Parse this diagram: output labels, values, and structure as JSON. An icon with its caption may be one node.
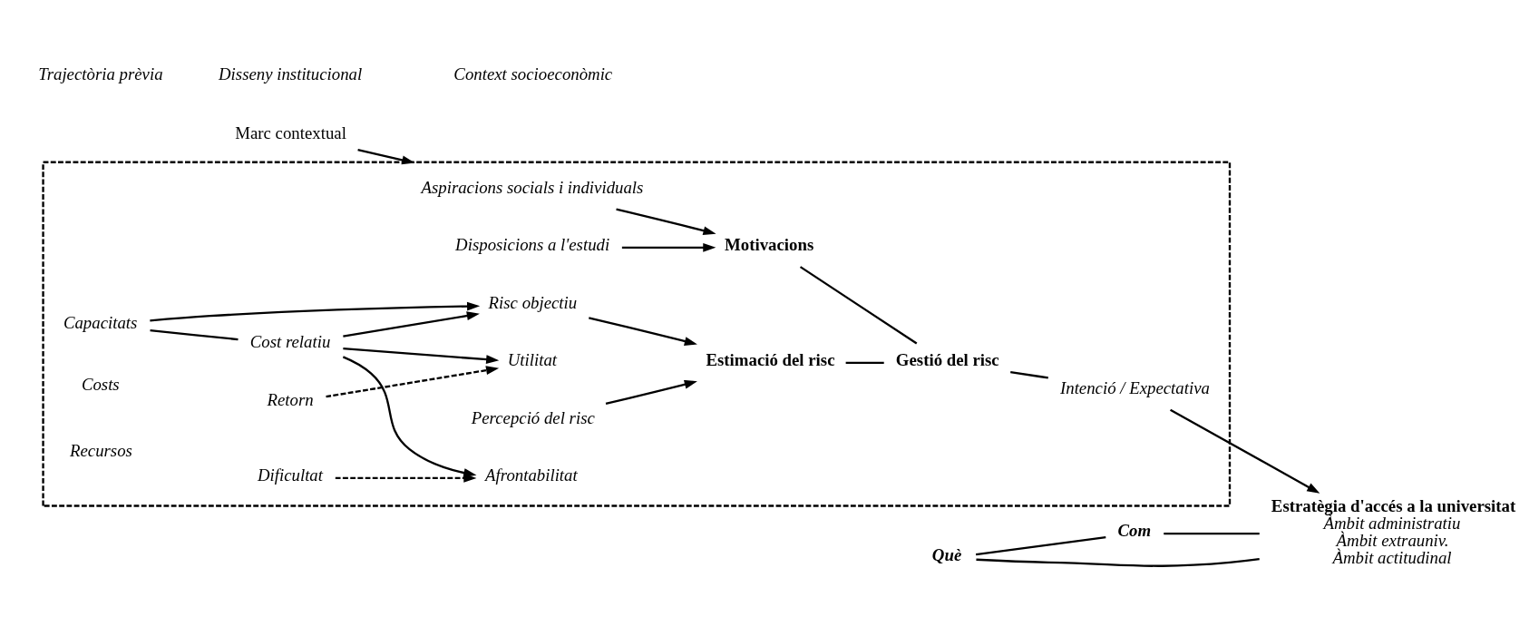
{
  "diagram": {
    "nodes": [
      {
        "text": [
          "Marc contextual"
        ]
      },
      {
        "text": [],
        "shape": "box"
      },
      {
        "text": [
          "Aspiracions socials i individuals"
        ],
        "in": 1
      },
      {
        "text": [
          "Disposicions a l'estudi"
        ],
        "in": 1
      },
      {
        "text": [
          "Motivacions"
        ],
        "in": 1
      },
      {
        "text": [
          "Capacitats"
        ],
        "in": 1
      },
      {
        "text": [
          "Gestió del risc"
        ],
        "in": 1
      },
      {
        "text": [
          "Intenció / Expectativa"
        ],
        "in": 1
      },
      {
        "text": [
          "Risc objectiu"
        ],
        "in": 1
      },
      {
        "text": [
          "Costs"
        ],
        "in": 1
      },
      {
        "text": [
          "Recursos"
        ],
        "in": 1
      },
      {
        "text": [
          "Cost relatiu"
        ],
        "in": 1
      },
      {
        "text": [
          "Estimació del risc"
        ],
        "in": 1
      },
      {
        "text": [
          "Retorn"
        ],
        "in": 1
      },
      {
        "text": [
          "Utilitat"
        ],
        "in": 1
      },
      {
        "text": [
          "Percepció del risc"
        ],
        "in": 1
      },
      {
        "text": [
          "Dificultat"
        ],
        "in": 1
      },
      {
        "text": [
          "Afrontabilitat"
        ],
        "in": 1
      },
      {
        "text": [
          "Què"
        ]
      },
      {
        "text": [
          "Com"
        ]
      },
      {
        "text": [
          "Estratègia d'accés a la universitat",
          "Àmbit administratiu",
          "Àmbit extrauniv.",
          "Àmbit actitudinal"
        ]
      }
    ],
    "edges": [
      {
        "from": 0,
        "to": 1,
        "arrow": "to"
      },
      {
        "from": 2,
        "to": 4,
        "arrow": "to"
      },
      {
        "from": 3,
        "to": 4,
        "arrow": "to"
      },
      {
        "from": 4,
        "to": 6,
        "arrow": "none"
      },
      {
        "from": 6,
        "to": 7,
        "arrow": "none"
      },
      {
        "from": 12,
        "to": 6,
        "arrow": "none"
      },
      {
        "from": 7,
        "to": 20,
        "arrow": "to"
      },
      {
        "from": 5,
        "to": 8,
        "arrow": "to"
      },
      {
        "from": 11,
        "to": 8,
        "arrow": "to"
      },
      {
        "from": 5,
        "to": 11,
        "arrow": "none"
      },
      {
        "from": 8,
        "to": 12,
        "arrow": "to"
      },
      {
        "from": 15,
        "to": 12,
        "arrow": "to"
      },
      {
        "from": 11,
        "to": 14,
        "arrow": "to"
      },
      {
        "from": 11,
        "to": 17,
        "arrow": "to"
      },
      {
        "from": 13,
        "to": 14,
        "arrow": "to",
        "style": "dashed"
      },
      {
        "from": 16,
        "to": 17,
        "arrow": "to",
        "style": "dashed"
      },
      {
        "from": 18,
        "to": 19,
        "arrow": "none"
      },
      {
        "from": 18,
        "to": 20,
        "arrow": "none"
      },
      {
        "from": 19,
        "to": 20,
        "arrow": "none"
      }
    ],
    "labels": [
      "Trajectòria prèvia",
      "Disseny institucional",
      "Context socioeconòmic"
    ]
  }
}
